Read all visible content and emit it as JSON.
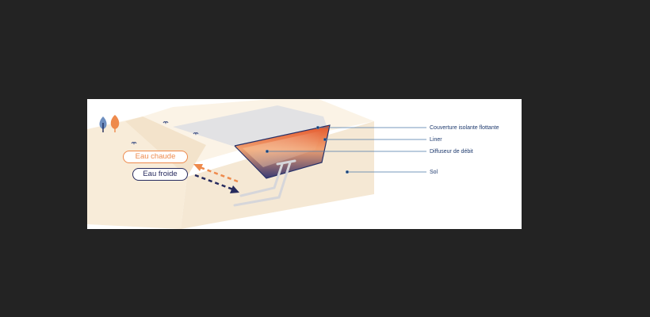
{
  "labels": {
    "hot_water": "Eau chaude",
    "cold_water": "Eau froide"
  },
  "callouts": {
    "cover": "Couverture isolante flottante",
    "liner": "Liner",
    "diffuser": "Diffuseur de débit",
    "soil": "Sol"
  },
  "icons": [
    "tree-icon",
    "bird-icon"
  ],
  "colors": {
    "background": "#232323",
    "panel": "#ffffff",
    "ground_light": "#fbf3e6",
    "ground_mid": "#f5e8d4",
    "ground_dark": "#efdcc2",
    "cover": "#e2e2e4",
    "hot": "#ee8a4c",
    "cold": "#262a5e",
    "callout_text": "#1e3a6e",
    "callout_line": "#4a78a8",
    "pipe": "#d6d6da"
  }
}
